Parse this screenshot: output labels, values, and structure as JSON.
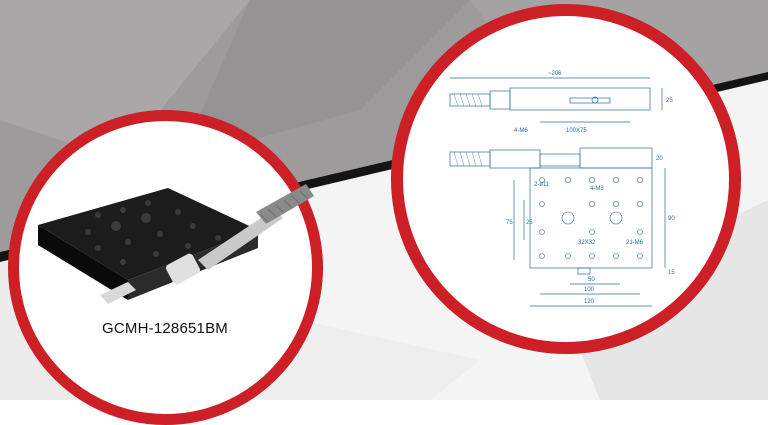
{
  "product": {
    "model": "GCMH-128651BM"
  },
  "drawing": {
    "dimensions": {
      "overall_length": "~206",
      "top_height": "25",
      "mounting_threads_side": "4-M6",
      "mounting_spacing": "100X75",
      "side_height": "20",
      "hole_pattern": "2-ø11",
      "threaded_holes": "4-M3",
      "vertical_75": "75",
      "vertical_25": "25",
      "height_90": "90",
      "grid": "32X32",
      "threads_m6": "21-M6",
      "bottom_15": "15",
      "width_50": "50",
      "width_100": "100",
      "width_120": "120"
    }
  },
  "colors": {
    "accent_red": "#cc1f26",
    "dimension_blue": "#2a6f9e"
  }
}
